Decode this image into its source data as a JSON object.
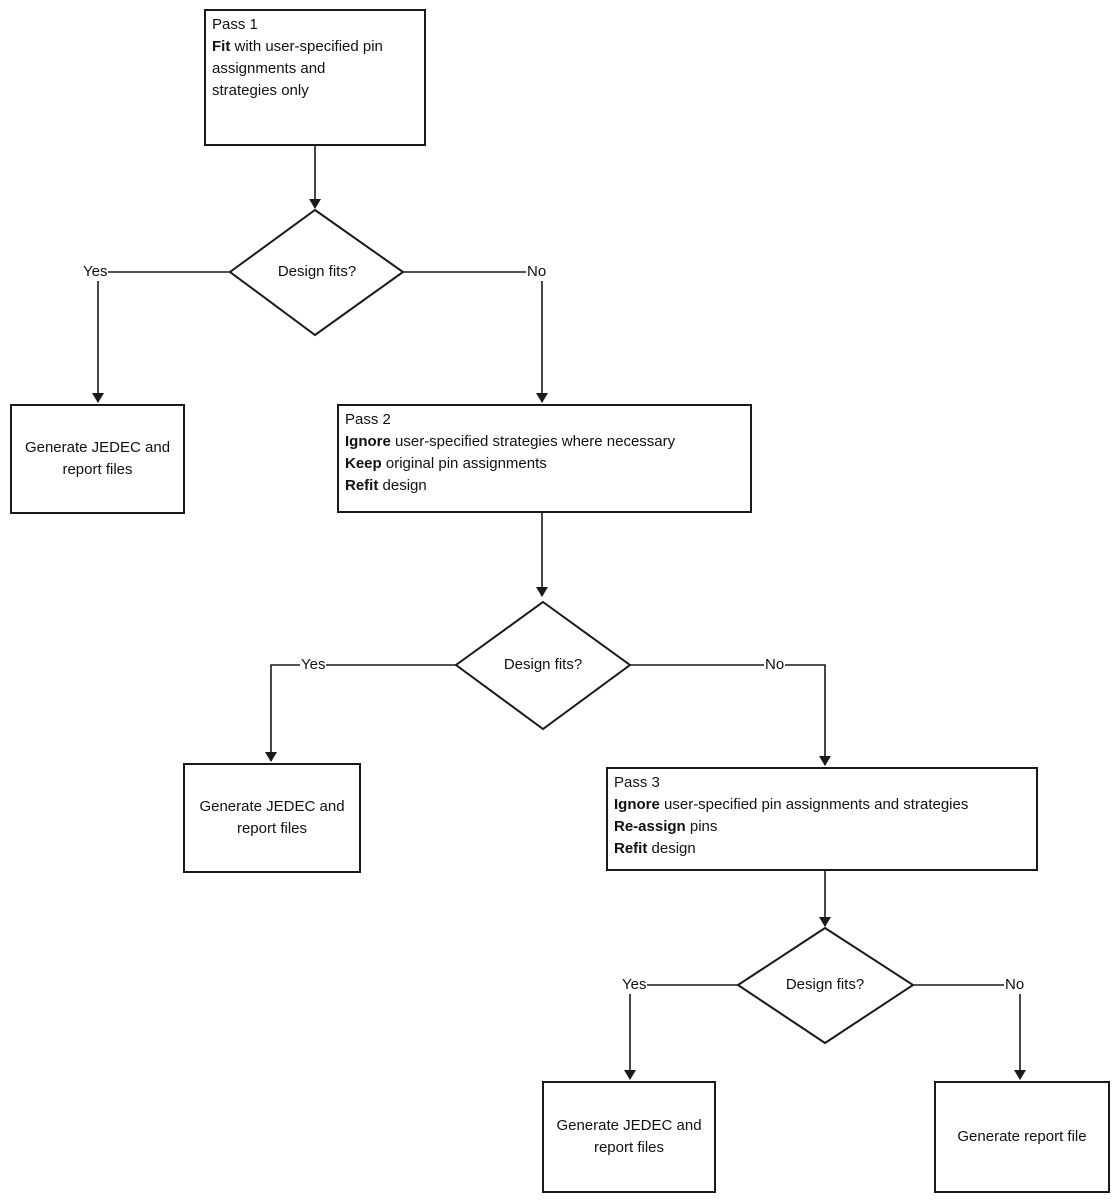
{
  "pass1": {
    "heading": "Pass 1",
    "line1_bold": "Fit",
    "line1_rest": " with user-specified pin",
    "line2": "assignments and",
    "line3": "strategies only"
  },
  "pass2": {
    "heading": "Pass 2",
    "line1_bold": "Ignore",
    "line1_rest": " user-specified strategies where necessary",
    "line2_bold": "Keep",
    "line2_rest": " original pin assignments",
    "line3_bold": "Refit",
    "line3_rest": " design"
  },
  "pass3": {
    "heading": "Pass 3",
    "line1_bold": "Ignore",
    "line1_rest": " user-specified pin assignments and strategies",
    "line2_bold": "Re-assign",
    "line2_rest": " pins",
    "line3_bold": "Refit",
    "line3_rest": " design"
  },
  "decision1": {
    "label": "Design fits?",
    "yes": "Yes",
    "no": "No"
  },
  "decision2": {
    "label": "Design fits?",
    "yes": "Yes",
    "no": "No"
  },
  "decision3": {
    "label": "Design fits?",
    "yes": "Yes",
    "no": "No"
  },
  "terminal1": {
    "line1": "Generate JEDEC and",
    "line2": "report files"
  },
  "terminal2": {
    "line1": "Generate JEDEC and",
    "line2": "report files"
  },
  "terminal3": {
    "line1": "Generate JEDEC and",
    "line2": "report files"
  },
  "terminal4": {
    "line1": "Generate report file"
  },
  "colors": {
    "stroke": "#1a1a1a",
    "fill": "#ffffff",
    "text": "#111111"
  }
}
